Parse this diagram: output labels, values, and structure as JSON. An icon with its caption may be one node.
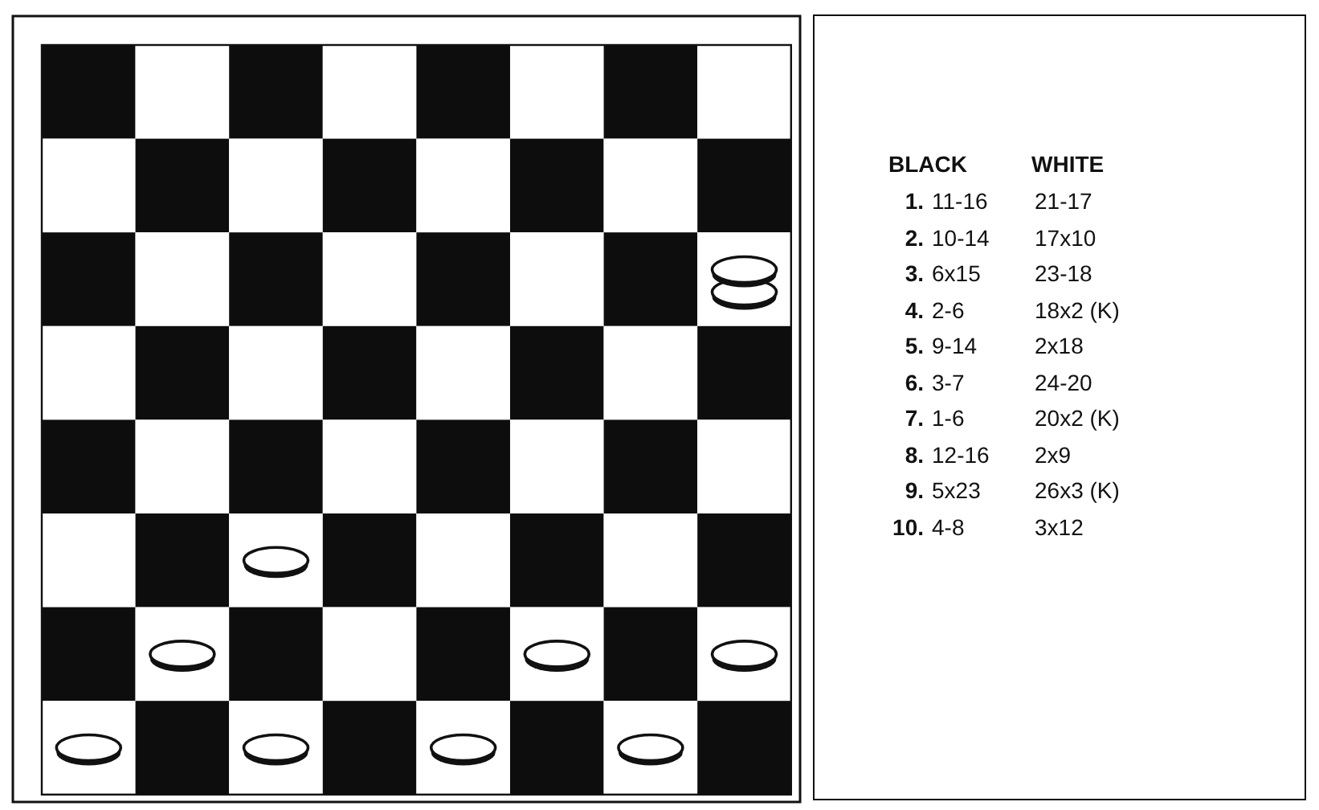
{
  "diagram": {
    "labels": [
      "BLACK",
      "WHITE",
      "1.",
      "11-16",
      "21-17",
      "2.",
      "10-14",
      "17x10",
      "3.",
      "6x15",
      "23-18",
      "4.",
      "2-6",
      "18x2 (K)",
      "5.",
      "9-14",
      "2x18",
      "6.",
      "3-7",
      "24-20",
      "7.",
      "1-6",
      "20x2 (K)",
      "8.",
      "12-16",
      "2x9",
      "9.",
      "5x23",
      "26x3 (K)",
      "10.",
      "4-8",
      "3x12"
    ]
  }
}
